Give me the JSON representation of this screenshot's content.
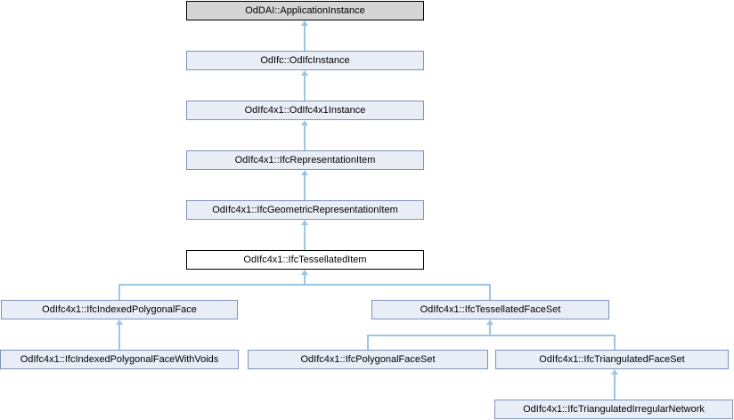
{
  "diagram": {
    "type": "class-inheritance-graph",
    "current_class": "OdIfc4x1::IfcTessellatedItem",
    "nodes": [
      {
        "id": "n1",
        "label": "OdDAI::ApplicationInstance",
        "style": "external"
      },
      {
        "id": "n2",
        "label": "OdIfc::OdIfcInstance",
        "style": "class"
      },
      {
        "id": "n3",
        "label": "OdIfc4x1::OdIfc4x1Instance",
        "style": "class"
      },
      {
        "id": "n4",
        "label": "OdIfc4x1::IfcRepresentationItem",
        "style": "class"
      },
      {
        "id": "n5",
        "label": "OdIfc4x1::IfcGeometricRepresentationItem",
        "style": "class"
      },
      {
        "id": "n6",
        "label": "OdIfc4x1::IfcTessellatedItem",
        "style": "current"
      },
      {
        "id": "n7",
        "label": "OdIfc4x1::IfcIndexedPolygonalFace",
        "style": "class"
      },
      {
        "id": "n8",
        "label": "OdIfc4x1::IfcTessellatedFaceSet",
        "style": "class"
      },
      {
        "id": "n9",
        "label": "OdIfc4x1::IfcIndexedPolygonalFaceWithVoids",
        "style": "class"
      },
      {
        "id": "n10",
        "label": "OdIfc4x1::IfcPolygonalFaceSet",
        "style": "class"
      },
      {
        "id": "n11",
        "label": "OdIfc4x1::IfcTriangulatedFaceSet",
        "style": "class"
      },
      {
        "id": "n12",
        "label": "OdIfc4x1::IfcTriangulatedIrregularNetwork",
        "style": "class"
      }
    ],
    "edges": [
      {
        "from": "OdIfc::OdIfcInstance",
        "to": "OdDAI::ApplicationInstance",
        "relation": "inherits"
      },
      {
        "from": "OdIfc4x1::OdIfc4x1Instance",
        "to": "OdIfc::OdIfcInstance",
        "relation": "inherits"
      },
      {
        "from": "OdIfc4x1::IfcRepresentationItem",
        "to": "OdIfc4x1::OdIfc4x1Instance",
        "relation": "inherits"
      },
      {
        "from": "OdIfc4x1::IfcGeometricRepresentationItem",
        "to": "OdIfc4x1::IfcRepresentationItem",
        "relation": "inherits"
      },
      {
        "from": "OdIfc4x1::IfcTessellatedItem",
        "to": "OdIfc4x1::IfcGeometricRepresentationItem",
        "relation": "inherits"
      },
      {
        "from": "OdIfc4x1::IfcIndexedPolygonalFace",
        "to": "OdIfc4x1::IfcTessellatedItem",
        "relation": "inherits"
      },
      {
        "from": "OdIfc4x1::IfcTessellatedFaceSet",
        "to": "OdIfc4x1::IfcTessellatedItem",
        "relation": "inherits"
      },
      {
        "from": "OdIfc4x1::IfcIndexedPolygonalFaceWithVoids",
        "to": "OdIfc4x1::IfcIndexedPolygonalFace",
        "relation": "inherits"
      },
      {
        "from": "OdIfc4x1::IfcPolygonalFaceSet",
        "to": "OdIfc4x1::IfcTessellatedFaceSet",
        "relation": "inherits"
      },
      {
        "from": "OdIfc4x1::IfcTriangulatedFaceSet",
        "to": "OdIfc4x1::IfcTessellatedFaceSet",
        "relation": "inherits"
      },
      {
        "from": "OdIfc4x1::IfcTriangulatedIrregularNetwork",
        "to": "OdIfc4x1::IfcTriangulatedFaceSet",
        "relation": "inherits"
      }
    ],
    "colors": {
      "external_fill": "#D5D5D5",
      "external_border": "#000000",
      "node_fill": "#E9EDF6",
      "node_border": "#8093BC",
      "current_fill": "#FFFFFF",
      "current_border": "#000000",
      "edge": "#9CC6E4",
      "text": "#000000"
    }
  }
}
